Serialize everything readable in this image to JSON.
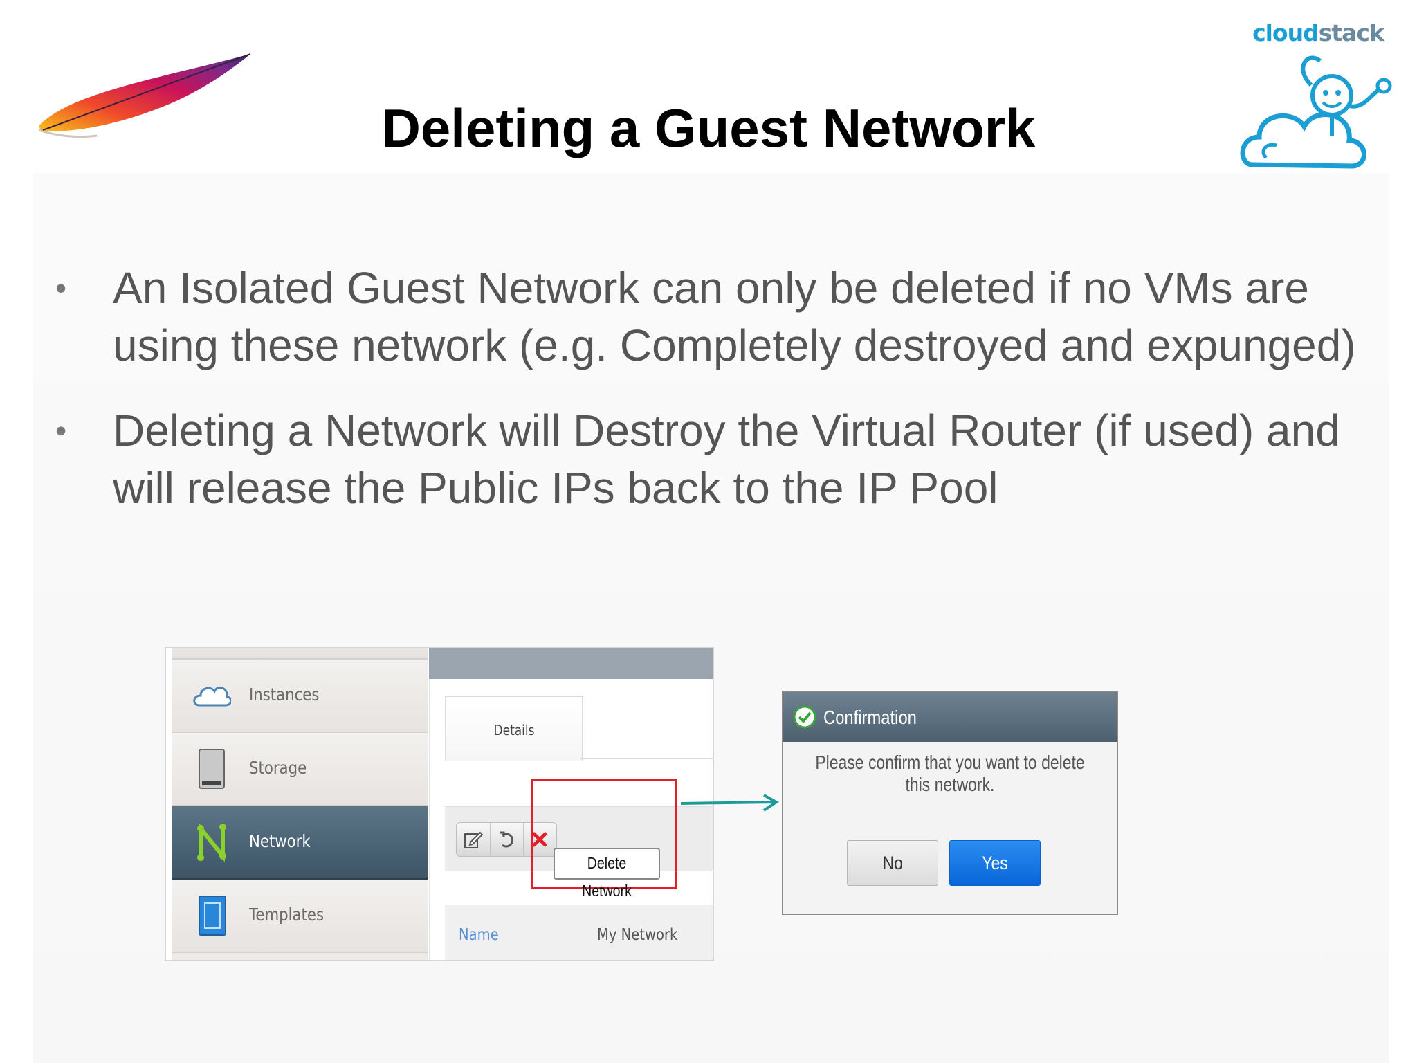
{
  "slide": {
    "title": "Deleting a Guest Network",
    "bullets": [
      "An Isolated Guest Network can only be deleted if no VMs are using these network (e.g. Completely destroyed and expunged)",
      "Deleting a Network will Destroy the Virtual Router (if used) and will release the Public IPs back to the IP Pool"
    ],
    "logo": {
      "text_cloud": "cloud",
      "text_stack": "stack",
      "colors": {
        "cloud": "#1a9ed4",
        "stack": "#6a8aa0"
      }
    },
    "feather_logo": "apache-feather-icon"
  },
  "screenshot": {
    "nav": [
      {
        "label": "Instances",
        "icon": "cloud-icon",
        "active": false
      },
      {
        "label": "Storage",
        "icon": "storage-drive-icon",
        "active": false
      },
      {
        "label": "Network",
        "icon": "network-icon",
        "active": true
      },
      {
        "label": "Templates",
        "icon": "template-icon",
        "active": false
      }
    ],
    "tab_label": "Details",
    "toolbar_buttons": [
      "edit-icon",
      "restart-icon",
      "delete-icon"
    ],
    "tooltip": "Delete Network",
    "field_label": "Name",
    "field_value": "My Network"
  },
  "dialog": {
    "title": "Confirmation",
    "message": "Please confirm that you want to delete this network.",
    "no_label": "No",
    "yes_label": "Yes"
  },
  "colors": {
    "highlight": "#e0212b",
    "arrow": "#1f9a9a",
    "yes_button": "#0a66d8",
    "nav_active": "#4a6273"
  }
}
